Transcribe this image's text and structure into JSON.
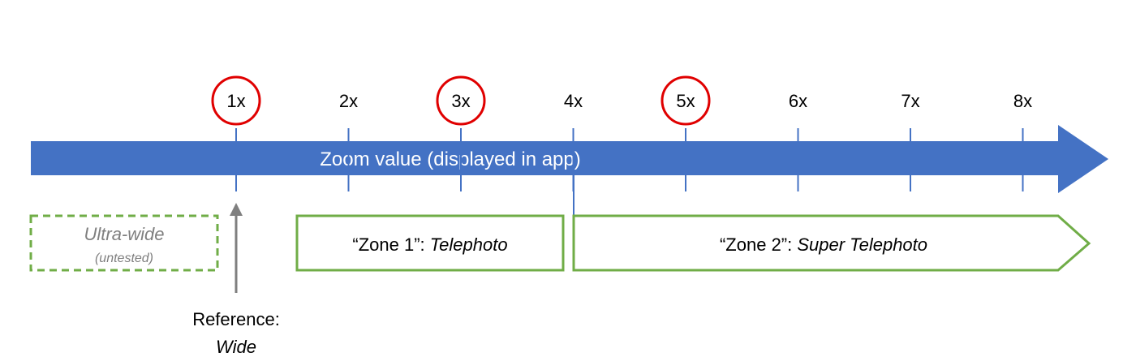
{
  "colors": {
    "arrow": "#4472C4",
    "tick": "#4472C4",
    "circle": "#E00000",
    "zone": "#70AD47",
    "reference_arrow": "#7F7F7F",
    "muted_text": "#7F7F7F",
    "text": "#000000",
    "arrow_text": "#FFFFFF"
  },
  "axis": {
    "label": "Zoom value (displayed in app)"
  },
  "ticks": [
    {
      "label": "1x",
      "circled": true
    },
    {
      "label": "2x",
      "circled": false
    },
    {
      "label": "3x",
      "circled": true
    },
    {
      "label": "4x",
      "circled": false
    },
    {
      "label": "5x",
      "circled": true
    },
    {
      "label": "6x",
      "circled": false
    },
    {
      "label": "7x",
      "circled": false
    },
    {
      "label": "8x",
      "circled": false
    }
  ],
  "zones": {
    "ultra_wide": {
      "title": "Ultra-wide",
      "subtitle": "(untested)"
    },
    "zone1": {
      "prefix": "“Zone 1”: ",
      "name": "Telephoto"
    },
    "zone2": {
      "prefix": "“Zone 2”: ",
      "name": "Super Telephoto"
    }
  },
  "reference": {
    "line1": "Reference:",
    "line2": "Wide"
  }
}
